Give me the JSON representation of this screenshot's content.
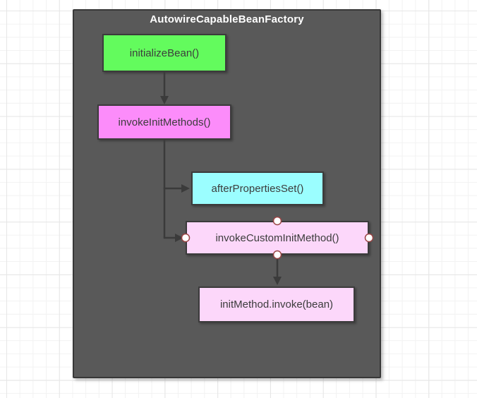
{
  "diagram": {
    "container": {
      "title": "AutowireCapableBeanFactory",
      "fill": "#595959",
      "border_color": "#383838",
      "title_color": "#ffffff"
    },
    "nodes": [
      {
        "id": "initializeBean",
        "label": "initializeBean()",
        "fill": "#63fb5d",
        "text_color": "#3c3c3c",
        "selected": false
      },
      {
        "id": "invokeInitMethods",
        "label": "invokeInitMethods()",
        "fill": "#fc8cfa",
        "text_color": "#3c3c3c",
        "selected": false
      },
      {
        "id": "afterPropertiesSet",
        "label": "afterPropertiesSet()",
        "fill": "#9bfeff",
        "text_color": "#3c3c3c",
        "selected": false
      },
      {
        "id": "invokeCustomInitMethod",
        "label": "invokeCustomInitMethod()",
        "fill": "#fcd7fa",
        "text_color": "#3c3c3c",
        "selected": true
      },
      {
        "id": "initMethodInvoke",
        "label": "initMethod.invoke(bean)",
        "fill": "#fcd7fa",
        "text_color": "#3c3c3c",
        "selected": false
      }
    ],
    "edges": [
      {
        "from": "initializeBean",
        "to": "invokeInitMethods"
      },
      {
        "from": "invokeInitMethods",
        "to": "afterPropertiesSet"
      },
      {
        "from": "invokeInitMethods",
        "to": "invokeCustomInitMethod"
      },
      {
        "from": "invokeCustomInitMethod",
        "to": "initMethodInvoke"
      }
    ],
    "connector_color": "#3b3b3b",
    "handle": {
      "fill": "#ffffff",
      "stroke": "#9a4444"
    }
  }
}
